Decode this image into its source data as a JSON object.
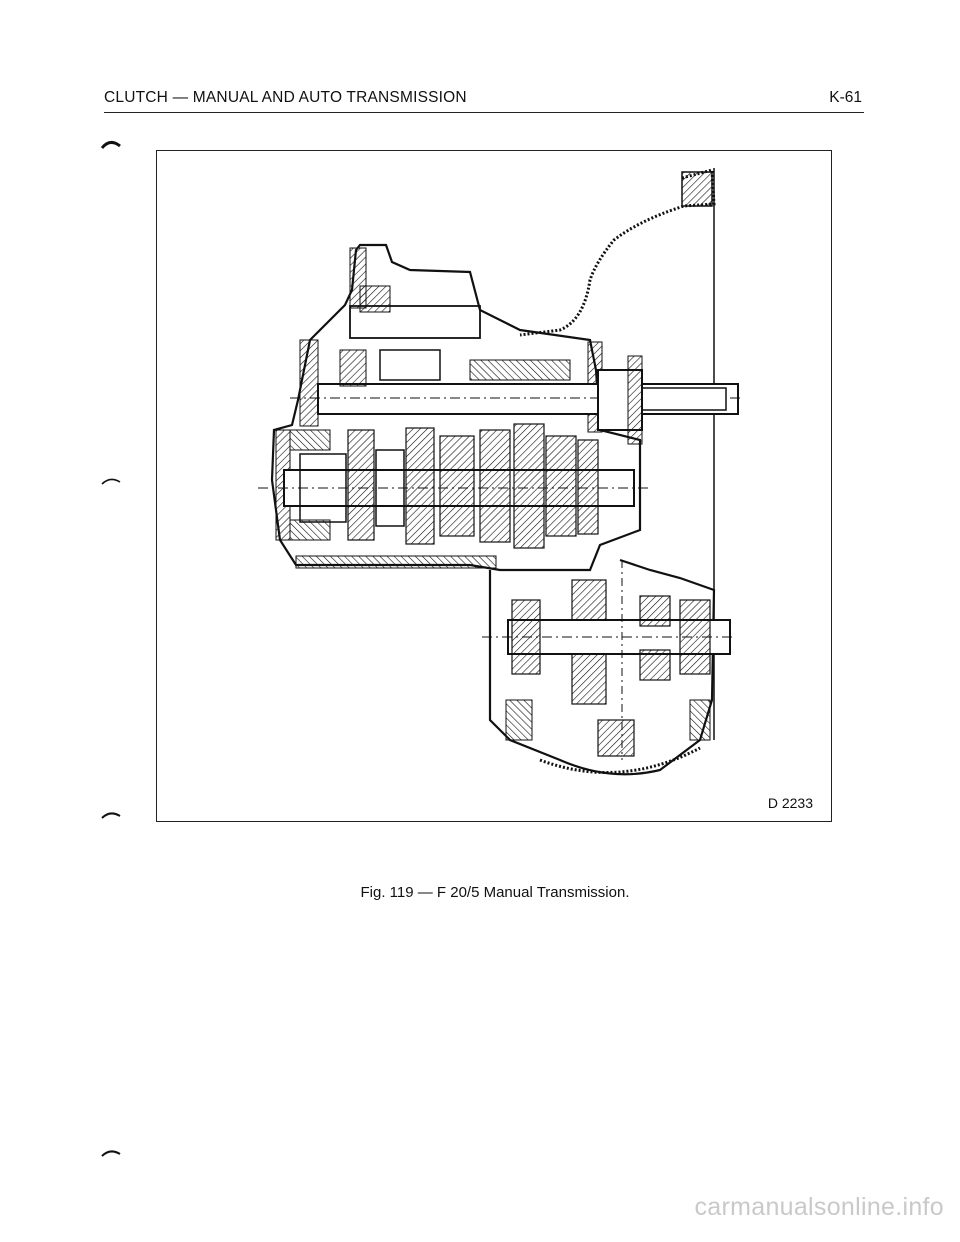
{
  "header": {
    "title": "CLUTCH — MANUAL AND AUTO TRANSMISSION",
    "page_number": "K-61"
  },
  "figure": {
    "code": "D 2233",
    "caption": "Fig. 119 — F 20/5 Manual Transmission."
  },
  "watermark": "carmanualsonline.info"
}
